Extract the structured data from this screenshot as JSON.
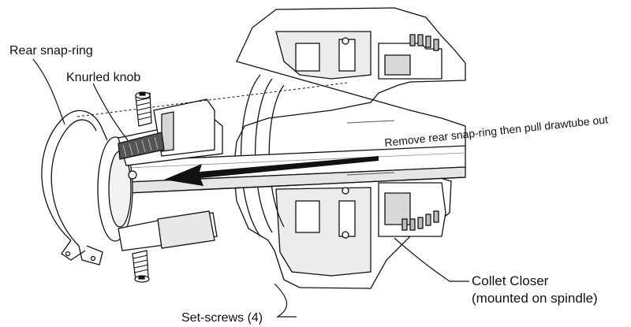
{
  "labels": {
    "rear_snap_ring": "Rear snap-ring",
    "knurled_knob": "Knurled knob",
    "instruction": "Remove rear snap-ring then pull drawtube out",
    "set_screws": "Set-screws (4)",
    "collet_closer_line1": "Collet Closer",
    "collet_closer_line2": "(mounted on spindle)"
  },
  "colors": {
    "line": "#111111",
    "shade": "#c8c8c8",
    "dark": "#333333",
    "background": "#ffffff"
  }
}
